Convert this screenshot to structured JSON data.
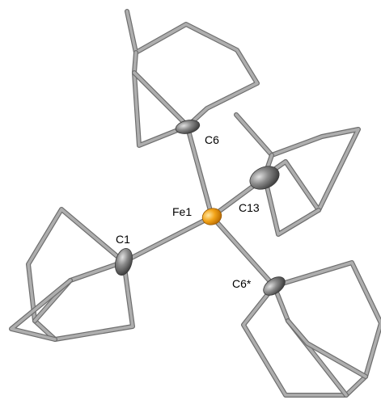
{
  "figure": {
    "labels": {
      "fe1": "Fe1",
      "c6": "C6",
      "c13": "C13",
      "c1": "C1",
      "c6_star": "C6*"
    }
  },
  "colors": {
    "background": "#ffffff",
    "bond_outline": "#6e6e6e",
    "bond_fill": "#aeaeae",
    "carbon_atom": "#707070",
    "iron_atom": "#f0a020",
    "label_text": "#000000"
  }
}
